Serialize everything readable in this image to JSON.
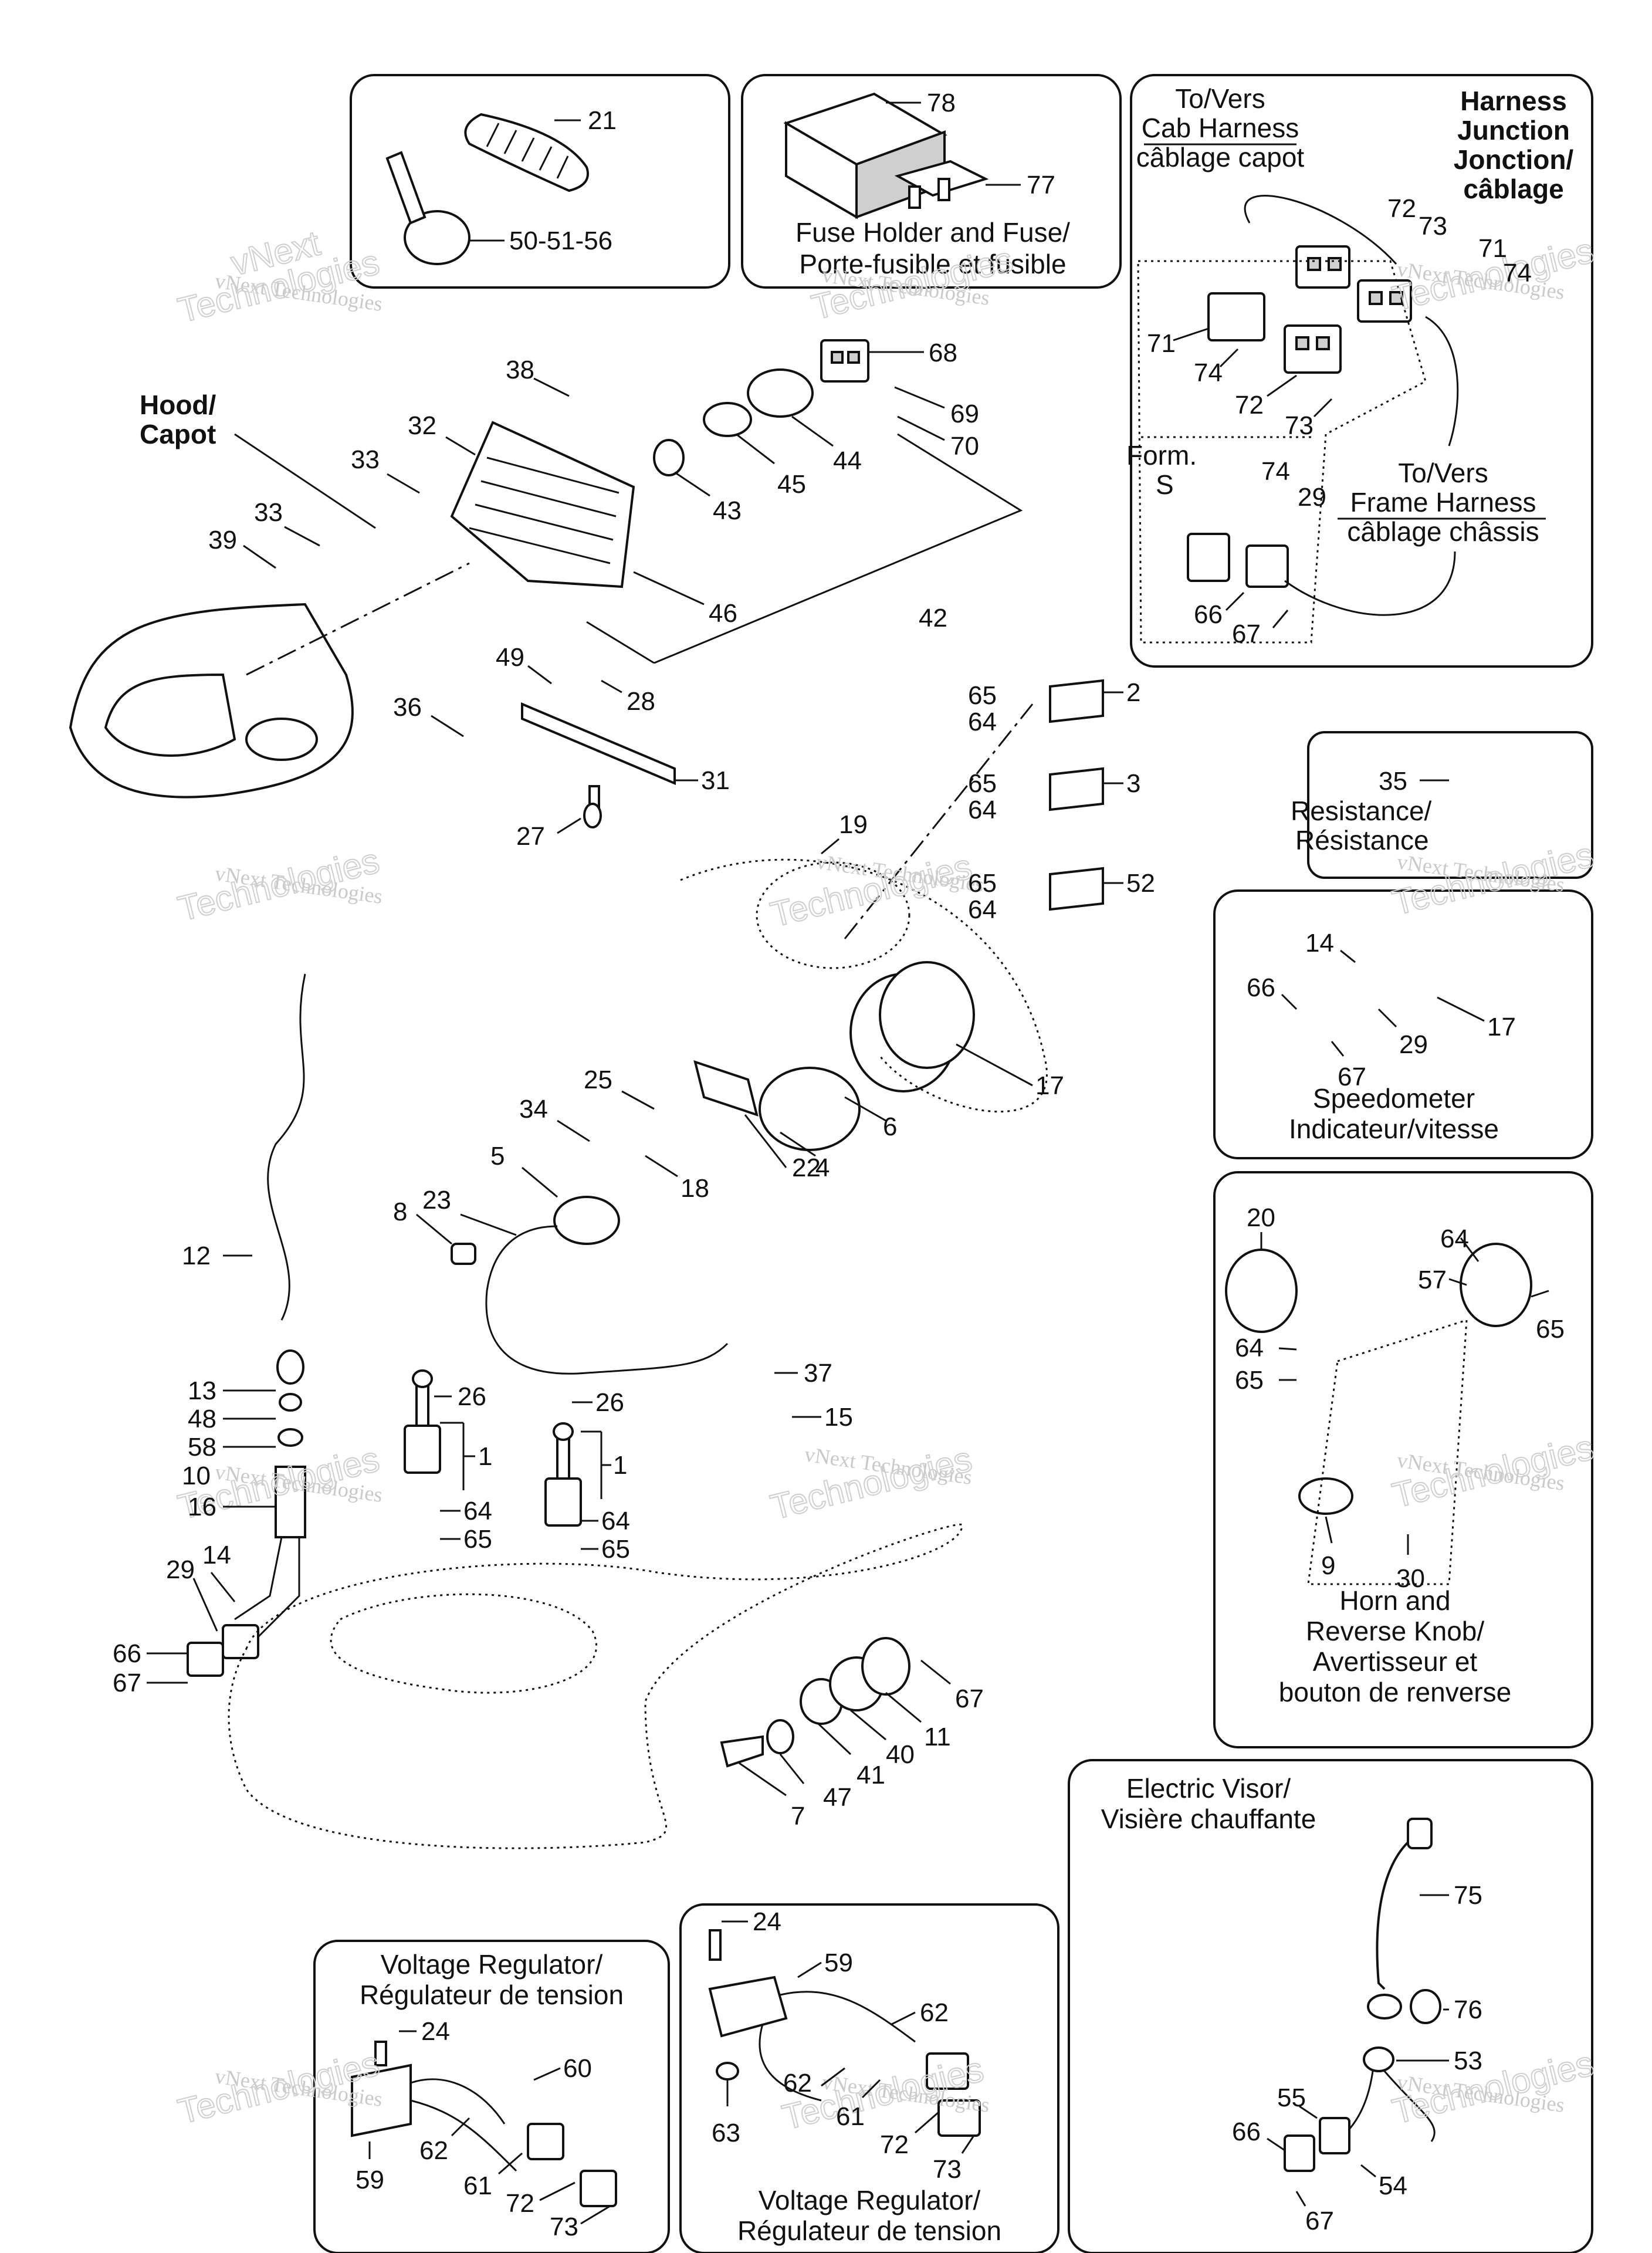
{
  "panels": {
    "fuse": {
      "title_line1": "Fuse Holder and Fuse/",
      "title_line2": "Porte-fusible et fusible"
    },
    "junction": {
      "title_line1": "Harness",
      "title_line2": "Junction",
      "title_line3": "Jonction/",
      "title_line4": "câblage",
      "to_cab_1": "To/Vers",
      "to_cab_2": "Cab Harness",
      "to_cab_3": "câblage capot",
      "to_frame_1": "To/Vers",
      "to_frame_2": "Frame Harness",
      "to_frame_3": "câblage châssis",
      "form_1": "Form.",
      "form_2": "S"
    },
    "resistance": {
      "title_line1": "Resistance/",
      "title_line2": "Résistance"
    },
    "speedometer": {
      "title_line1": "Speedometer",
      "title_line2": "Indicateur/vitesse"
    },
    "horn": {
      "title_line1": "Horn and",
      "title_line2": "Reverse Knob/",
      "title_line3": "Avertisseur et",
      "title_line4": "bouton de renverse"
    },
    "visor": {
      "title_line1": "Electric Visor/",
      "title_line2": "Visière chauffante"
    },
    "regulator_left": {
      "title_line1": "Voltage Regulator/",
      "title_line2": "Régulateur de tension"
    },
    "regulator_right": {
      "title_line1": "Voltage Regulator/",
      "title_line2": "Régulateur de tension"
    }
  },
  "hood_label": {
    "line1": "Hood/",
    "line2": "Capot"
  },
  "watermark": {
    "line1": "vNext Technologies",
    "big1": "vNext",
    "big2": "Technologies"
  },
  "callouts": {
    "n21": "21",
    "n50": "50-51-56",
    "n78": "78",
    "n77": "77",
    "n72a": "72",
    "n73a": "73",
    "n71a": "71",
    "n74a": "74",
    "n71b": "71",
    "n74b": "74",
    "n72b": "72",
    "n73b": "73",
    "n74c": "74",
    "n29a": "29",
    "n66a": "66",
    "n67a": "67",
    "n38": "38",
    "n32": "32",
    "n33a": "33",
    "n33b": "33",
    "n39": "39",
    "n43": "43",
    "n45": "45",
    "n44": "44",
    "n46": "46",
    "n42": "42",
    "n68": "68",
    "n69": "69",
    "n70": "70",
    "n49": "49",
    "n28": "28",
    "n36": "36",
    "n31": "31",
    "n27": "27",
    "n65a": "65",
    "n64a": "64",
    "n2": "2",
    "n65b": "65",
    "n64b": "64",
    "n3": "3",
    "n65c": "65",
    "n64c": "64",
    "n52": "52",
    "n19": "19",
    "n35": "35",
    "n14a": "14",
    "n66b": "66",
    "n29b": "29",
    "n67b": "67",
    "n17a": "17",
    "n17b": "17",
    "n25": "25",
    "n34": "34",
    "n6": "6",
    "n4": "4",
    "n18": "18",
    "n22": "22",
    "n5": "5",
    "n23": "23",
    "n8": "8",
    "n20": "20",
    "n64d": "64",
    "n57": "57",
    "n65d": "65",
    "n64e": "64",
    "n65e": "65",
    "n9": "9",
    "n30": "30",
    "n12": "12",
    "n13": "13",
    "n48": "48",
    "n58": "58",
    "n10": "10",
    "n16": "16",
    "n14b": "14",
    "n29c": "29",
    "n66c": "66",
    "n67c": "67",
    "n26a": "26",
    "n1a": "1",
    "n64f": "64",
    "n65f": "65",
    "n26b": "26",
    "n1b": "1",
    "n64g": "64",
    "n65g": "65",
    "n37": "37",
    "n15": "15",
    "n67d": "67",
    "n11": "11",
    "n40": "40",
    "n41": "41",
    "n47": "47",
    "n7": "7",
    "n75": "75",
    "n76": "76",
    "n53": "53",
    "n55": "55",
    "n66d": "66",
    "n54": "54",
    "n67e": "67",
    "n24a": "24",
    "n60a": "60",
    "n62a": "62",
    "n61a": "61",
    "n59a": "59",
    "n72c": "72",
    "n73c": "73",
    "n24b": "24",
    "n59b": "59",
    "n62b": "62",
    "n62c": "62",
    "n61b": "61",
    "n63": "63",
    "n72d": "72",
    "n73d": "73"
  }
}
